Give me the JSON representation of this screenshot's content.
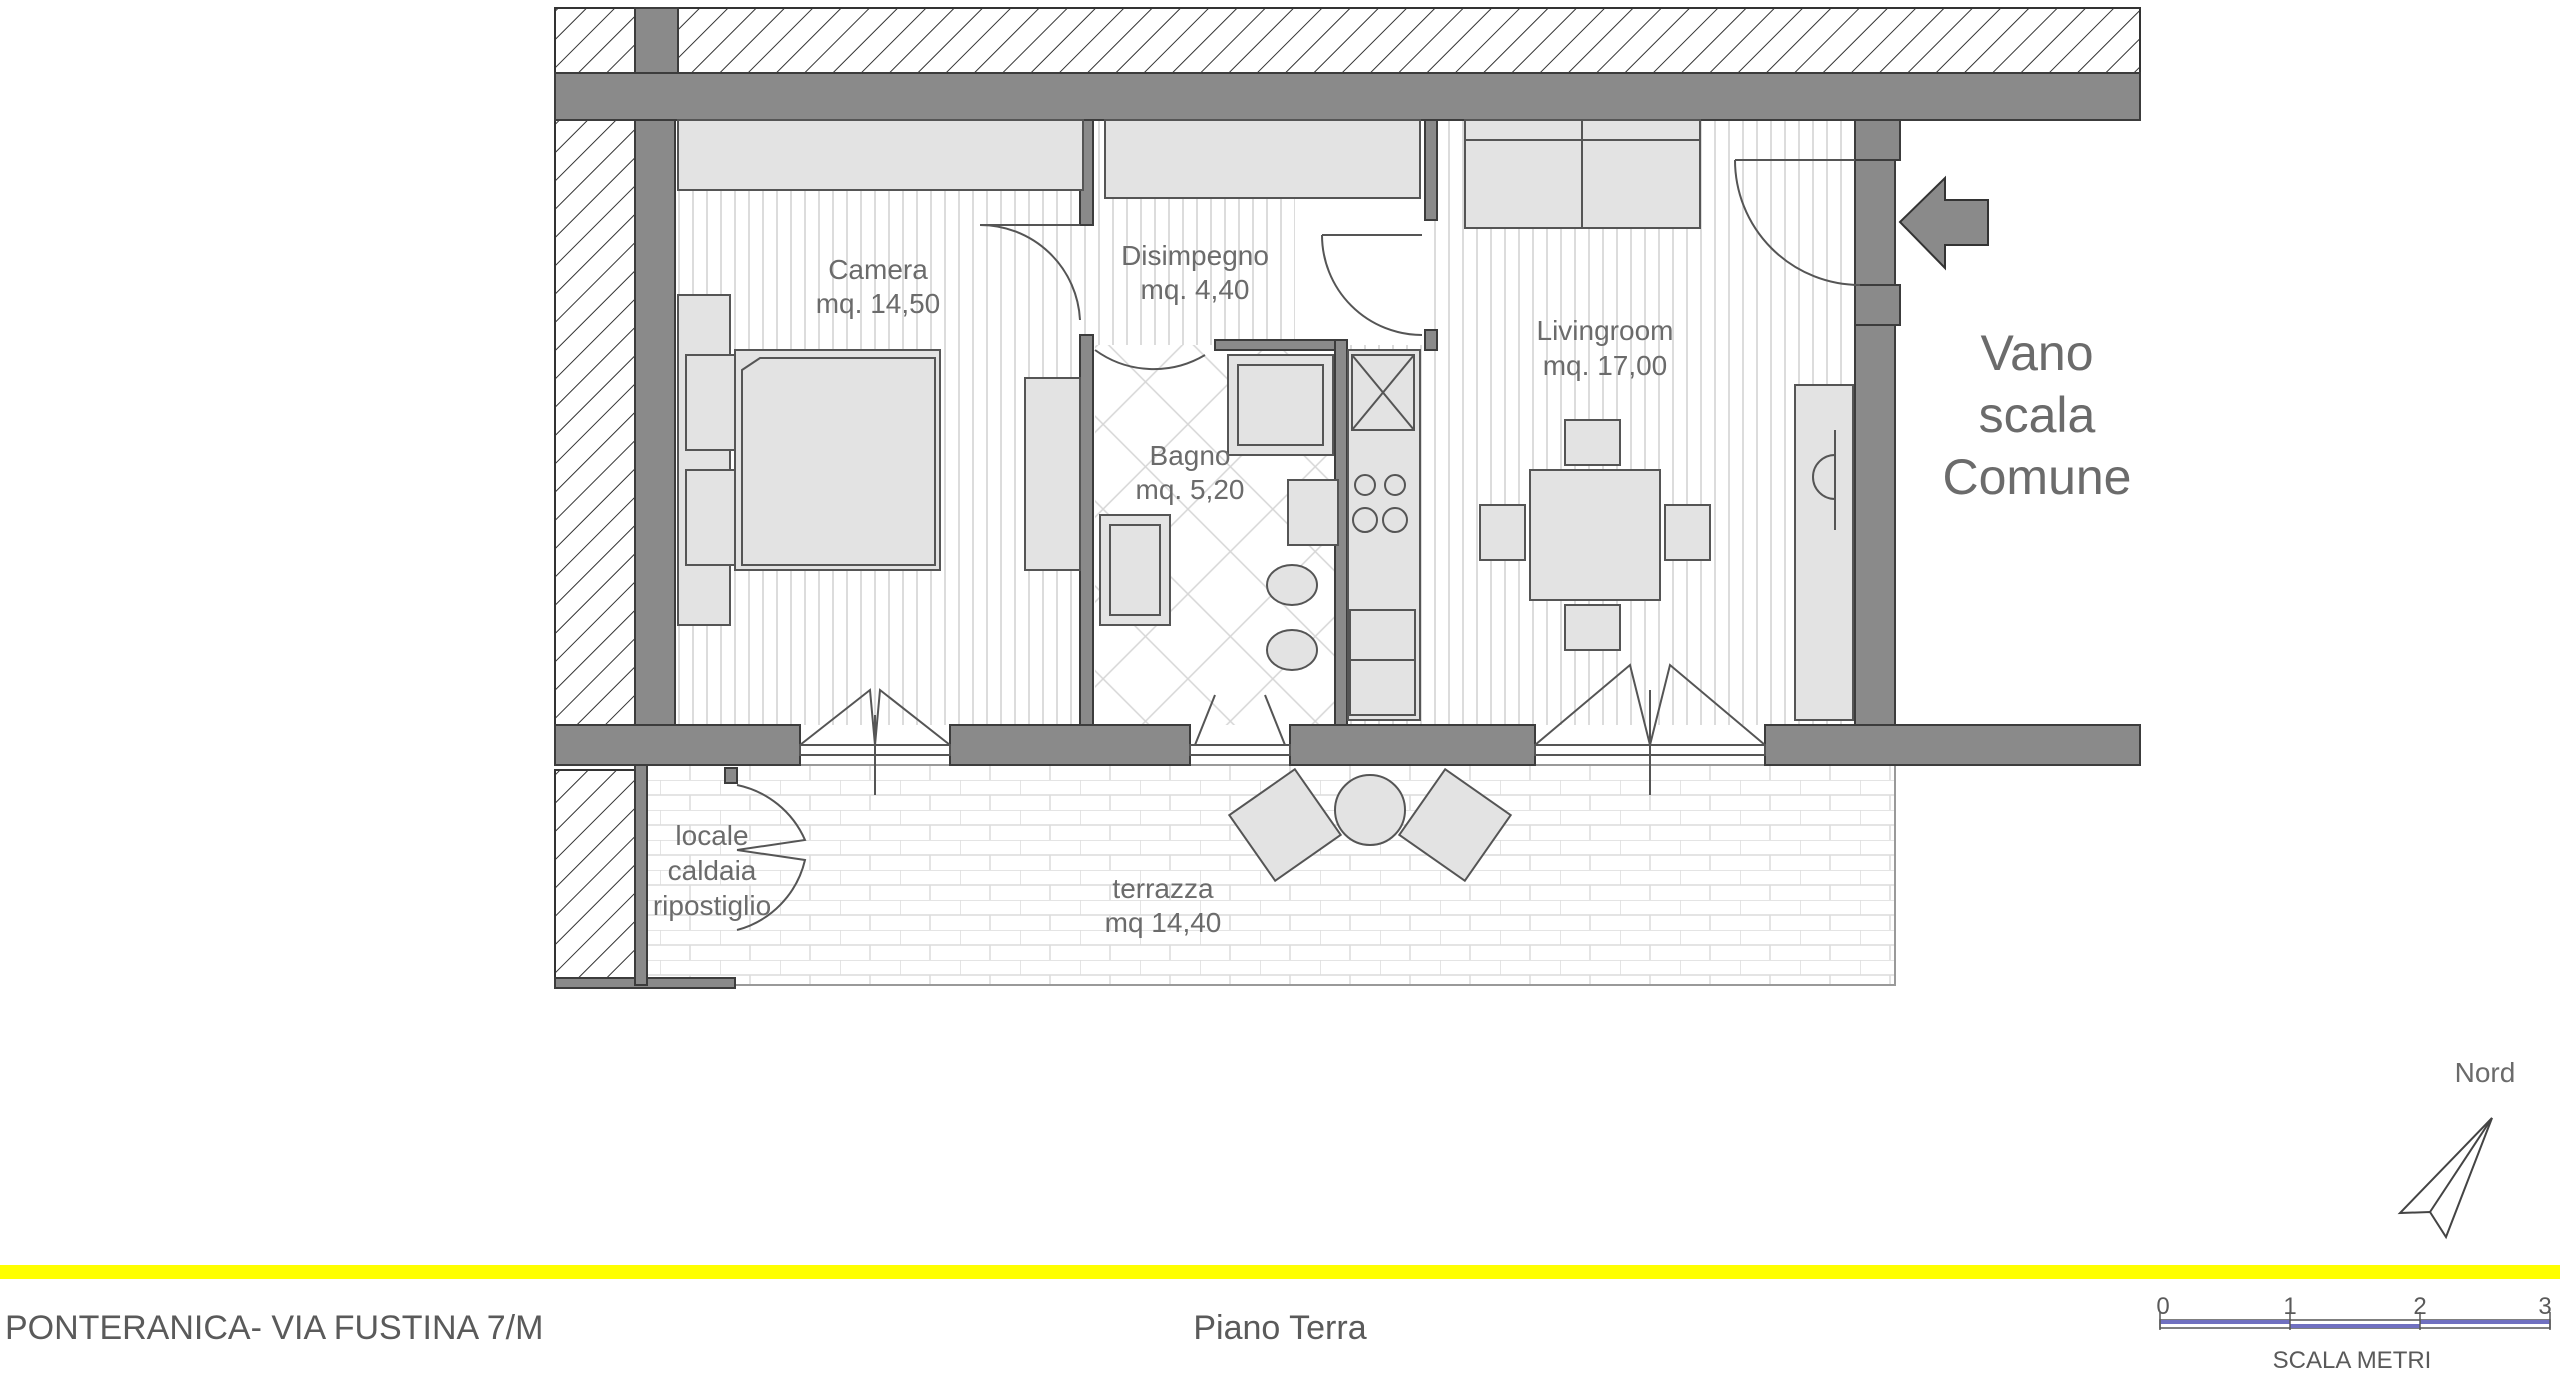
{
  "rooms": {
    "camera": {
      "name": "Camera",
      "area": "mq. 14,50"
    },
    "disimpegno": {
      "name": "Disimpegno",
      "area": "mq. 4,40"
    },
    "bagno": {
      "name": "Bagno",
      "area": "mq. 5,20"
    },
    "livingroom": {
      "name": "Livingroom",
      "area": "mq. 17,00"
    },
    "locale": {
      "line1": "locale",
      "line2": "caldaia",
      "line3": "ripostiglio"
    },
    "terrazza": {
      "name": "terrazza",
      "area": "mq 14,40"
    }
  },
  "stair": {
    "line1": "Vano",
    "line2": "scala",
    "line3": "Comune"
  },
  "north": {
    "label": "Nord"
  },
  "footer": {
    "address": "PONTERANICA- VIA FUSTINA 7/M",
    "floor": "Piano Terra"
  },
  "scale": {
    "ticks": [
      "0",
      "1",
      "2",
      "3"
    ],
    "label": "SCALA METRI"
  },
  "colors": {
    "wall": "#8a8a8a",
    "accent_line": "#ffff00",
    "scale_bar": "#7070c0"
  }
}
